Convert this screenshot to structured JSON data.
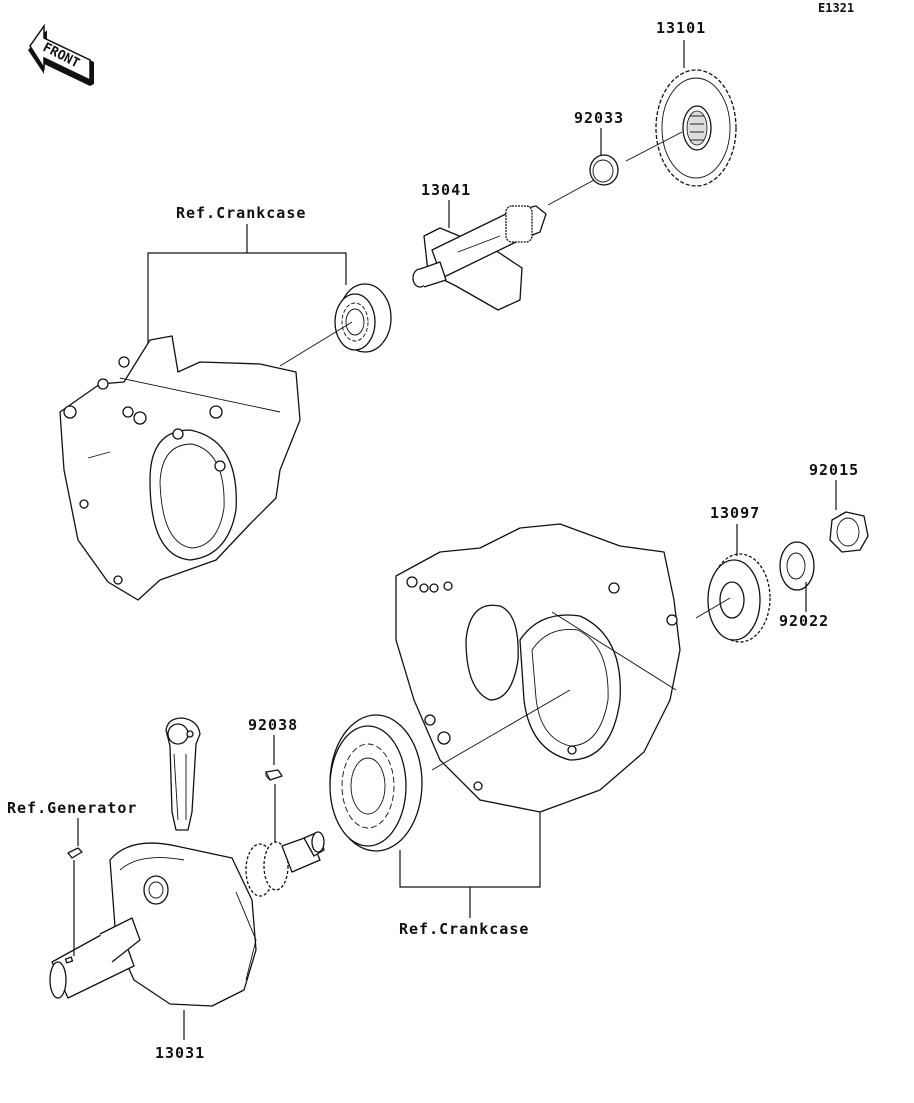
{
  "diagram": {
    "id_code": "E1321",
    "front_label": "FRONT",
    "parts": [
      {
        "number": "13101",
        "name": "gear"
      },
      {
        "number": "92033",
        "name": "circlip"
      },
      {
        "number": "13041",
        "name": "balancer-shaft"
      },
      {
        "number": "13097",
        "name": "gear"
      },
      {
        "number": "92015",
        "name": "nut"
      },
      {
        "number": "92022",
        "name": "washer"
      },
      {
        "number": "92038",
        "name": "key"
      },
      {
        "number": "13031",
        "name": "crankshaft"
      }
    ],
    "references": [
      {
        "text": "Ref.Crankcase",
        "position": "upper-left"
      },
      {
        "text": "Ref.Crankcase",
        "position": "lower-center"
      },
      {
        "text": "Ref.Generator",
        "position": "lower-left"
      }
    ]
  }
}
